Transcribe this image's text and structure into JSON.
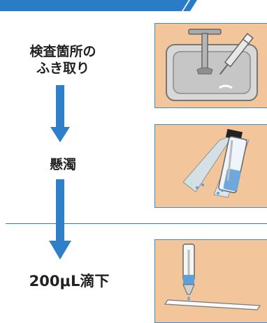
{
  "steps": [
    {
      "line1": "検査箇所の",
      "line2": "ふき取り",
      "illustration": "sink-swab-icon"
    },
    {
      "line1": "懸濁",
      "illustration": "tube-shaking-icon"
    },
    {
      "line1": "200μL滴下",
      "illustration": "drop-on-strip-icon"
    }
  ],
  "colors": {
    "banner": "#2a7cc7",
    "arrow": "#2f80c8",
    "panel_fill": "#f2c69a",
    "panel_border": "#3d8fd1"
  }
}
